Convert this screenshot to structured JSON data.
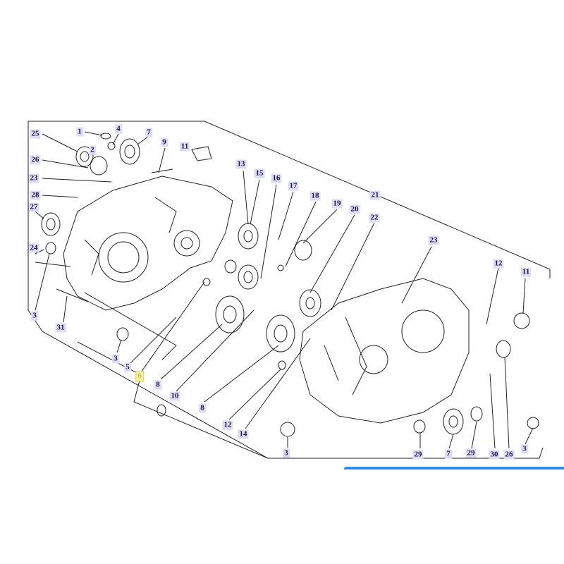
{
  "diagram_title": "",
  "labels": [
    "25",
    "1",
    "4",
    "7",
    "9",
    "11",
    "2",
    "26",
    "23",
    "28",
    "27",
    "13",
    "15",
    "16",
    "17",
    "18",
    "19",
    "20",
    "21",
    "22",
    "23",
    "12",
    "11",
    "24",
    "3",
    "31",
    "3",
    "5",
    "6",
    "8",
    "10",
    "8",
    "12",
    "14",
    "3",
    "29",
    "7",
    "29",
    "30",
    "26",
    "3"
  ],
  "highlighted_label": "6",
  "colors": {
    "label_bg": "#dcdcf4",
    "highlight_bg": "#f6f2a0",
    "accent_bar": "#2f8fe6"
  }
}
